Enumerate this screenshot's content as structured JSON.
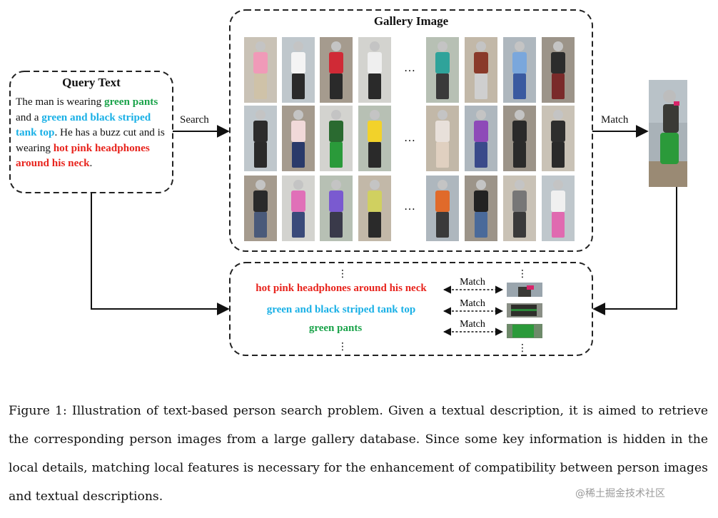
{
  "query": {
    "title": "Query Text",
    "t1": "The man is wearing ",
    "h1": "green pants",
    "t2": " and a ",
    "h2": "green and black striped tank top",
    "t3": ". He has a buzz cut and is wearing ",
    "h3": "hot pink headphones around his neck",
    "t4": "."
  },
  "gallery": {
    "title": "Gallery Image",
    "ellipsis": "…"
  },
  "labels": {
    "search": "Search",
    "match": "Match",
    "vdots": "⋮"
  },
  "local": {
    "phrases": [
      {
        "text": "hot pink headphones around his neck",
        "color": "#e8241d"
      },
      {
        "text": "green and black striped tank top",
        "color": "#19b0e6"
      },
      {
        "text": "green pants",
        "color": "#1aa34a"
      }
    ]
  },
  "caption": "Figure 1: Illustration of text-based person search problem. Given a textual description, it is aimed to retrieve the corresponding person images from a large gallery database. Since some key information is hidden in the local details, matching local features is necessary for the enhancement of compatibility between person images and textual descriptions.",
  "watermark": "@稀土掘金技术社区",
  "colors": {
    "green": "#1aa34a",
    "blue": "#19b0e6",
    "red": "#e8241d"
  }
}
